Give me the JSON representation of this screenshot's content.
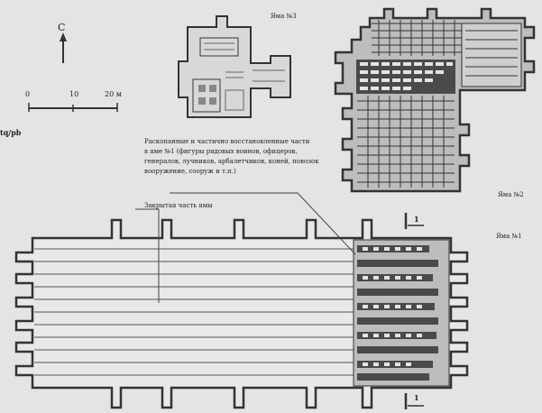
{
  "north": {
    "letter": "С",
    "icon": "north-arrow-icon"
  },
  "scale": {
    "ticks": [
      "0",
      "10",
      "20 м"
    ]
  },
  "pits": {
    "pit3": "Яма №3",
    "pit2": "Яма №2",
    "pit1": "Яма №1"
  },
  "cut_marker": "1",
  "edge_label": "tq/pb",
  "legend": {
    "line1": "Раскопанные и частично восстановленные части",
    "line2": "в яме №1 (фигуры рядовых воинов, офицеров,",
    "line3": "генералов, лучников, арбалетчиков, коней, повозок",
    "line4": "вооружение, сооруж и т.п.)",
    "line5": "Закрытая часть ямы"
  },
  "colors": {
    "background": "#e4e4e4",
    "line": "#333333",
    "dark_fill": "#4a4a4a",
    "gray_fill": "#bdbdbd"
  }
}
